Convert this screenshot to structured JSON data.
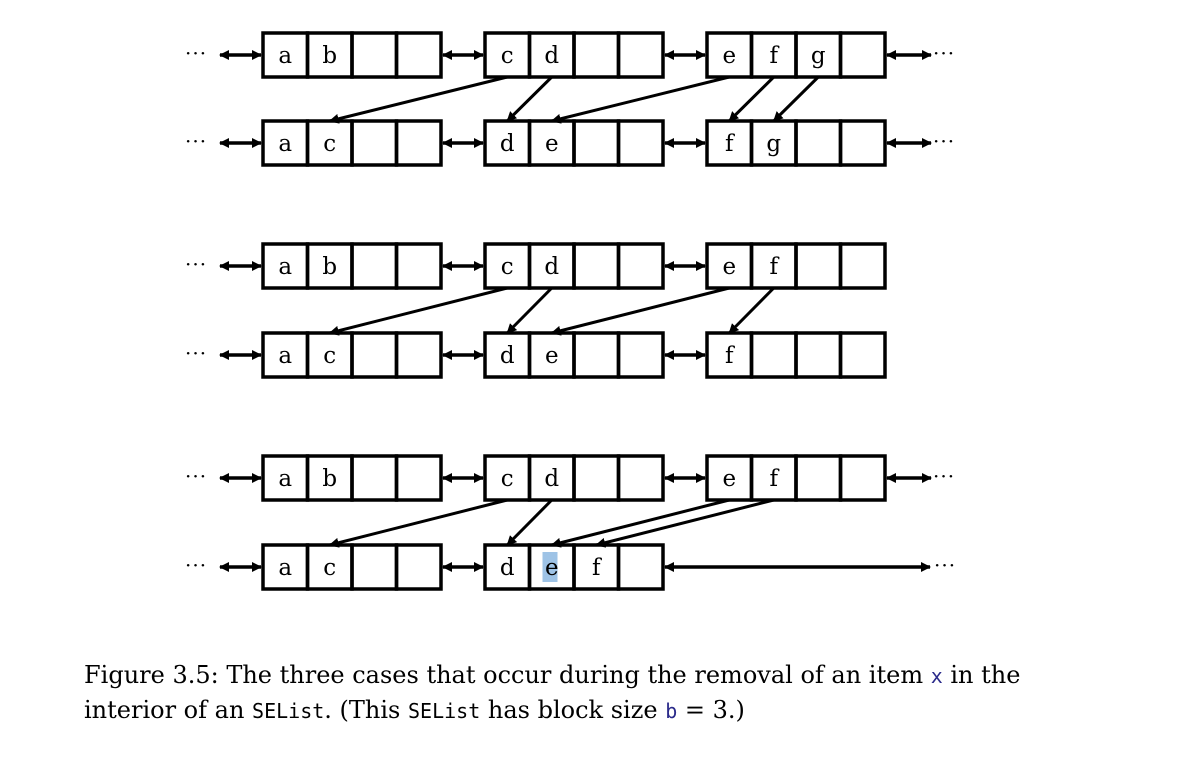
{
  "diagram": {
    "ellipsis": "···",
    "cases": [
      {
        "rows": [
          {
            "blocks": [
              [
                "a",
                "b",
                "",
                ""
              ],
              [
                "c",
                "d",
                "",
                ""
              ],
              [
                "e",
                "f",
                "g",
                ""
              ]
            ],
            "left_dots": true,
            "right_dots": true
          },
          {
            "blocks": [
              [
                "a",
                "c",
                "",
                ""
              ],
              [
                "d",
                "e",
                "",
                ""
              ],
              [
                "f",
                "g",
                "",
                ""
              ]
            ],
            "left_dots": true,
            "right_dots": true
          }
        ]
      },
      {
        "rows": [
          {
            "blocks": [
              [
                "a",
                "b",
                "",
                ""
              ],
              [
                "c",
                "d",
                "",
                ""
              ],
              [
                "e",
                "f",
                "",
                ""
              ]
            ],
            "left_dots": true,
            "right_dots": false
          },
          {
            "blocks": [
              [
                "a",
                "c",
                "",
                ""
              ],
              [
                "d",
                "e",
                "",
                ""
              ],
              [
                "f",
                "",
                "",
                ""
              ]
            ],
            "left_dots": true,
            "right_dots": false
          }
        ]
      },
      {
        "rows": [
          {
            "blocks": [
              [
                "a",
                "b",
                "",
                ""
              ],
              [
                "c",
                "d",
                "",
                ""
              ],
              [
                "e",
                "f",
                "",
                ""
              ]
            ],
            "left_dots": true,
            "right_dots": true
          },
          {
            "blocks": [
              [
                "a",
                "c",
                "",
                ""
              ],
              [
                "d",
                "e",
                "f",
                ""
              ]
            ],
            "left_dots": true,
            "right_dots": true,
            "long_link": true,
            "highlight": {
              "block": 1,
              "cell": 1,
              "color": "#9ec3e6"
            }
          }
        ]
      }
    ]
  },
  "caption": {
    "prefix": "Figure 3.5: The three cases that occur during the removal of an item ",
    "var_x": "x",
    "mid1": " in the interior of an ",
    "selist1": "SEList",
    "mid2": ". (This ",
    "selist2": "SEList",
    "mid3": " has block size ",
    "var_b": "b",
    "suffix": " = 3.)"
  }
}
